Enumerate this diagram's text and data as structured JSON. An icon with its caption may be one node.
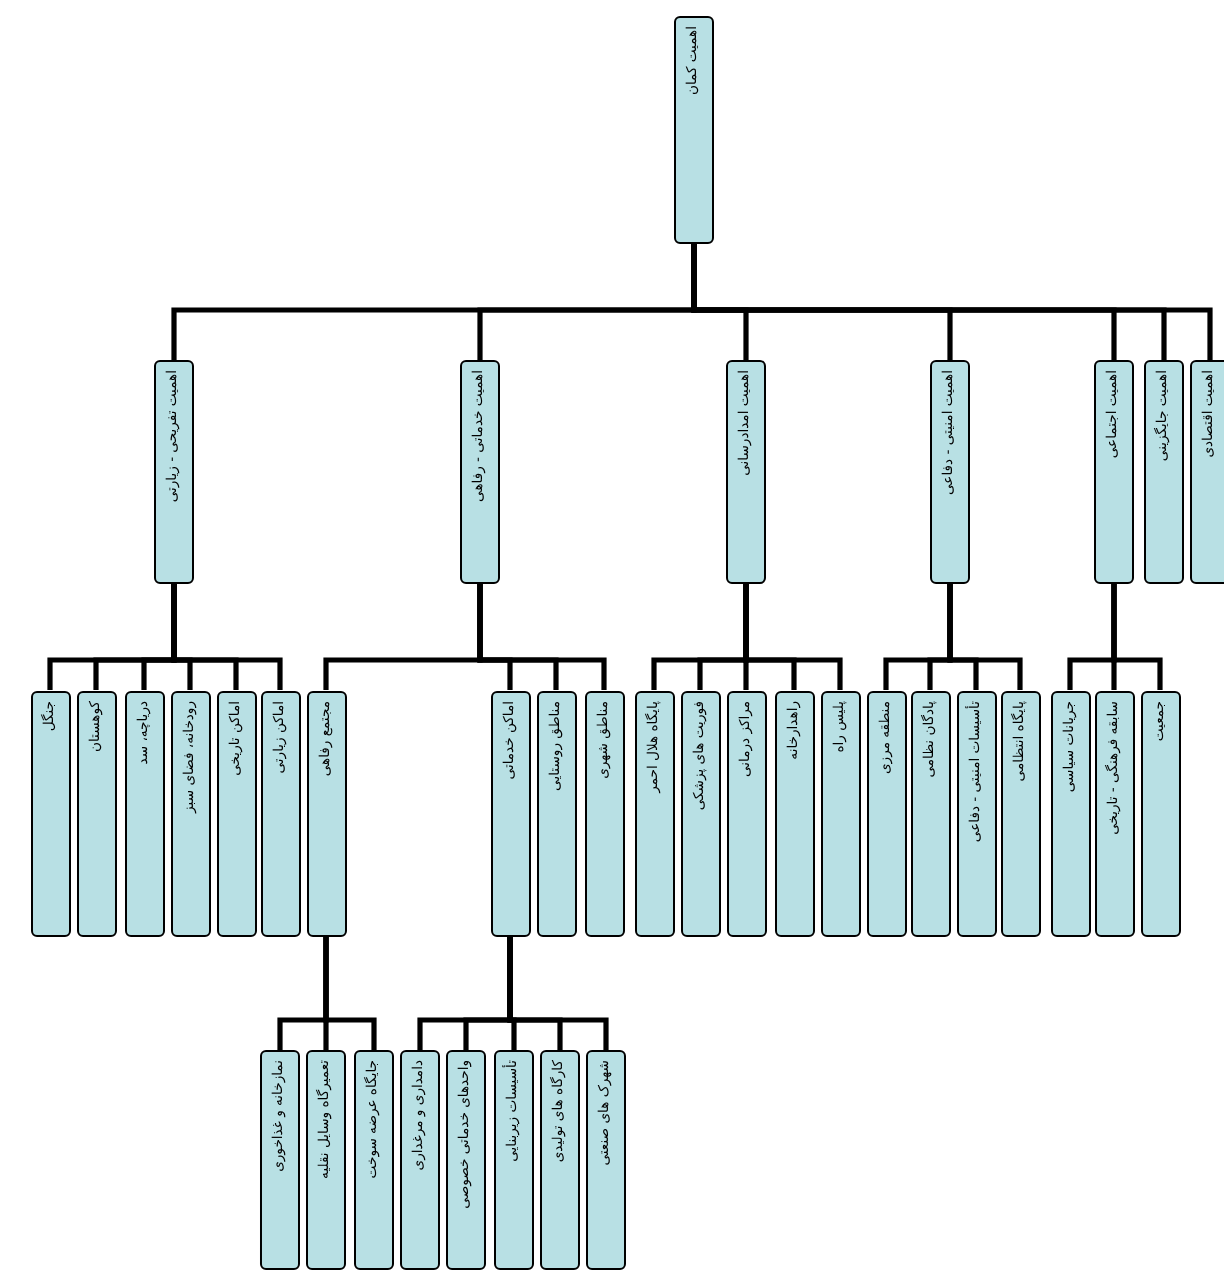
{
  "diagram": {
    "nodes": [
      {
        "text": [
          "اهمیت کمان"
        ]
      },
      {
        "text": [
          "اهمیت تفریحی - زیارتی"
        ]
      },
      {
        "text": [
          "اهمیت خدماتی - رفاهی"
        ]
      },
      {
        "text": [
          "اهمیت امدادرسانی"
        ]
      },
      {
        "text": [
          "اهمیت امنیتی - دفاعی"
        ]
      },
      {
        "text": [
          "اهمیت اجتماعی"
        ]
      },
      {
        "text": [
          "اهمیت جایگزینی"
        ]
      },
      {
        "text": [
          "اهمیت اقتصادی"
        ]
      },
      {
        "text": [
          "جنگل"
        ]
      },
      {
        "text": [
          "کوهستان"
        ]
      },
      {
        "text": [
          "دریاچه، سد"
        ]
      },
      {
        "text": [
          "رودخانه، فضای سبز"
        ]
      },
      {
        "text": [
          "اماکن تاریخی"
        ]
      },
      {
        "text": [
          "اماکن زیارتی"
        ]
      },
      {
        "text": [
          "مجتمع رفاهی"
        ]
      },
      {
        "text": [
          "اماکن خدماتی"
        ]
      },
      {
        "text": [
          "مناطق روستایی"
        ]
      },
      {
        "text": [
          "مناطق شهری"
        ]
      },
      {
        "text": [
          "پایگاه هلال احمر"
        ]
      },
      {
        "text": [
          "فوریت های پزشکی"
        ]
      },
      {
        "text": [
          "مراکز درمانی"
        ]
      },
      {
        "text": [
          "راهدارخانه"
        ]
      },
      {
        "text": [
          "پلیس راه"
        ]
      },
      {
        "text": [
          "منطقه مرزی"
        ]
      },
      {
        "text": [
          "پادگان نظامی"
        ]
      },
      {
        "text": [
          "تأسیسات امنیتی - دفاعی"
        ]
      },
      {
        "text": [
          "پایگاه انتظامی"
        ]
      },
      {
        "text": [
          "جریانات سیاسی"
        ]
      },
      {
        "text": [
          "سابقه فرهنگی - تاریخی"
        ]
      },
      {
        "text": [
          "جمعیت"
        ]
      },
      {
        "text": [
          "نمازخانه و غذاخوری"
        ]
      },
      {
        "text": [
          "تعمیرگاه وسایل نقلیه"
        ]
      },
      {
        "text": [
          "جایگاه عرضه سوخت"
        ]
      },
      {
        "text": [
          "دامداری و مرغداری"
        ]
      },
      {
        "text": [
          "واحدهای خدماتی خصوصی"
        ]
      },
      {
        "text": [
          "تأسیسات زیربنایی"
        ]
      },
      {
        "text": [
          "کارگاه های تولیدی"
        ]
      },
      {
        "text": [
          "شهرک های صنعتی"
        ]
      }
    ],
    "edges": [
      {
        "from": 0,
        "to": 1,
        "arrow": "none"
      },
      {
        "from": 0,
        "to": 2,
        "arrow": "none"
      },
      {
        "from": 0,
        "to": 3,
        "arrow": "none"
      },
      {
        "from": 0,
        "to": 4,
        "arrow": "none"
      },
      {
        "from": 0,
        "to": 5,
        "arrow": "none"
      },
      {
        "from": 0,
        "to": 6,
        "arrow": "none"
      },
      {
        "from": 0,
        "to": 7,
        "arrow": "none"
      },
      {
        "from": 1,
        "to": 8,
        "arrow": "none"
      },
      {
        "from": 1,
        "to": 9,
        "arrow": "none"
      },
      {
        "from": 1,
        "to": 10,
        "arrow": "none"
      },
      {
        "from": 1,
        "to": 11,
        "arrow": "none"
      },
      {
        "from": 1,
        "to": 12,
        "arrow": "none"
      },
      {
        "from": 1,
        "to": 13,
        "arrow": "none"
      },
      {
        "from": 2,
        "to": 14,
        "arrow": "none"
      },
      {
        "from": 2,
        "to": 15,
        "arrow": "none"
      },
      {
        "from": 2,
        "to": 16,
        "arrow": "none"
      },
      {
        "from": 2,
        "to": 17,
        "arrow": "none"
      },
      {
        "from": 3,
        "to": 18,
        "arrow": "none"
      },
      {
        "from": 3,
        "to": 19,
        "arrow": "none"
      },
      {
        "from": 3,
        "to": 20,
        "arrow": "none"
      },
      {
        "from": 3,
        "to": 21,
        "arrow": "none"
      },
      {
        "from": 3,
        "to": 22,
        "arrow": "none"
      },
      {
        "from": 4,
        "to": 23,
        "arrow": "none"
      },
      {
        "from": 4,
        "to": 24,
        "arrow": "none"
      },
      {
        "from": 4,
        "to": 25,
        "arrow": "none"
      },
      {
        "from": 4,
        "to": 26,
        "arrow": "none"
      },
      {
        "from": 5,
        "to": 27,
        "arrow": "none"
      },
      {
        "from": 5,
        "to": 28,
        "arrow": "none"
      },
      {
        "from": 5,
        "to": 29,
        "arrow": "none"
      },
      {
        "from": 14,
        "to": 30,
        "arrow": "none"
      },
      {
        "from": 14,
        "to": 31,
        "arrow": "none"
      },
      {
        "from": 14,
        "to": 32,
        "arrow": "none"
      },
      {
        "from": 15,
        "to": 33,
        "arrow": "none"
      },
      {
        "from": 15,
        "to": 34,
        "arrow": "none"
      },
      {
        "from": 15,
        "to": 35,
        "arrow": "none"
      },
      {
        "from": 15,
        "to": 36,
        "arrow": "none"
      },
      {
        "from": 15,
        "to": 37,
        "arrow": "none"
      }
    ]
  }
}
